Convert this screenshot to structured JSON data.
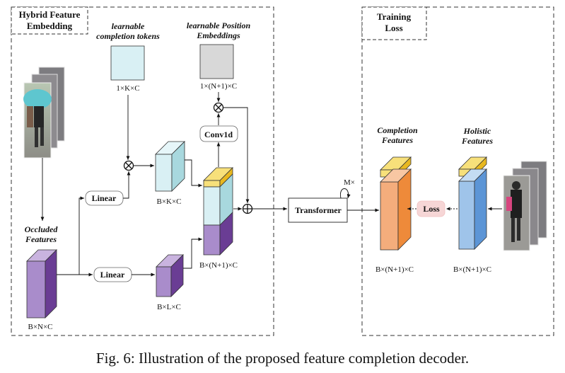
{
  "sections": {
    "hybrid": "Hybrid Feature|Embedding",
    "training": "Training|Loss"
  },
  "labels": {
    "completion_tokens": "learnable|completion tokens",
    "position_embeddings": "learnable Position|Embeddings",
    "occluded_features": "Occluded|Features",
    "completion_features": "Completion|Features",
    "holistic_features": "Holistic|Features"
  },
  "dims": {
    "tokens": "1×K×C",
    "pos": "1×(N+1)×C",
    "occluded": "B×N×C",
    "bkc": "B×K×C",
    "blc": "B×L×C",
    "concat": "B×(N+1)×C",
    "completion": "B×(N+1)×C",
    "holistic": "B×(N+1)×C"
  },
  "modules": {
    "linear_top": "Linear",
    "linear_bottom": "Linear",
    "conv1d": "Conv1d",
    "transformer": "Transformer",
    "repeat": "M×",
    "loss": "Loss"
  },
  "caption": "Fig. 6: Illustration of the proposed feature completion decoder.",
  "colors": {
    "purple": "#a98ccb",
    "light_cyan": "#d9f0f4",
    "grey": "#d8d8d8",
    "yellow": "#f7e07a",
    "orange": "#f4ad7c",
    "blue": "#9fc4ea",
    "loss_fill": "#f6d6d6"
  }
}
